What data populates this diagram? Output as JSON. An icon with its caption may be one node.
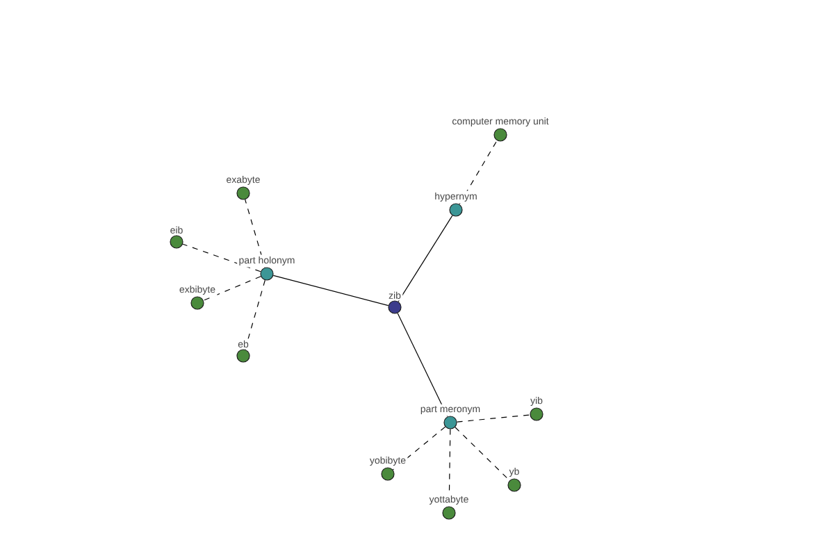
{
  "diagram": {
    "nodes": [
      {
        "text": [
          "zib"
        ]
      },
      {
        "text": [
          "hypernym"
        ]
      },
      {
        "text": [
          "computer memory unit"
        ]
      },
      {
        "text": [
          "part holonym"
        ]
      },
      {
        "text": [
          "exabyte"
        ]
      },
      {
        "text": [
          "eib"
        ]
      },
      {
        "text": [
          "exbibyte"
        ]
      },
      {
        "text": [
          "eb"
        ]
      },
      {
        "text": [
          "part meronym"
        ]
      },
      {
        "text": [
          "yib"
        ]
      },
      {
        "text": [
          "yobibyte"
        ]
      },
      {
        "text": [
          "yottabyte"
        ]
      },
      {
        "text": [
          "yb"
        ]
      }
    ],
    "edges": [
      {
        "from": 0,
        "to": 1,
        "arrow": "none"
      },
      {
        "from": 1,
        "to": 2,
        "arrow": "none",
        "style": "dashed"
      },
      {
        "from": 0,
        "to": 3,
        "arrow": "none"
      },
      {
        "from": 3,
        "to": 4,
        "arrow": "none",
        "style": "dashed"
      },
      {
        "from": 3,
        "to": 5,
        "arrow": "none",
        "style": "dashed"
      },
      {
        "from": 3,
        "to": 6,
        "arrow": "none",
        "style": "dashed"
      },
      {
        "from": 3,
        "to": 7,
        "arrow": "none",
        "style": "dashed"
      },
      {
        "from": 0,
        "to": 8,
        "arrow": "none"
      },
      {
        "from": 8,
        "to": 9,
        "arrow": "none",
        "style": "dashed"
      },
      {
        "from": 8,
        "to": 10,
        "arrow": "none",
        "style": "dashed"
      },
      {
        "from": 8,
        "to": 11,
        "arrow": "none",
        "style": "dashed"
      },
      {
        "from": 8,
        "to": 12,
        "arrow": "none",
        "style": "dashed"
      }
    ]
  }
}
